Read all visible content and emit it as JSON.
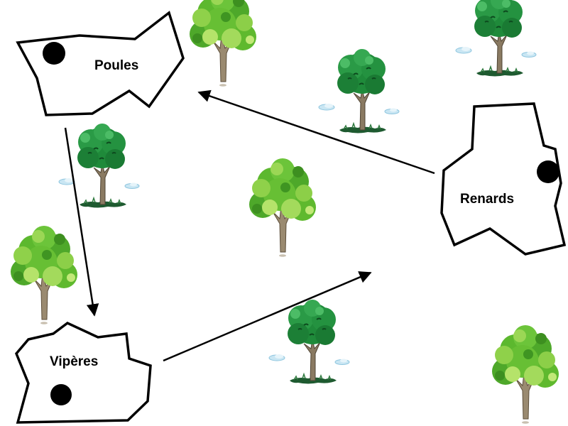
{
  "zones": {
    "poules": {
      "label": "Poules"
    },
    "renards": {
      "label": "Renards"
    },
    "viperes": {
      "label": "Vipères"
    }
  },
  "arrows": [
    {
      "from": "poules",
      "to": "viperes"
    },
    {
      "from": "viperes",
      "to": "renards"
    },
    {
      "from": "renards",
      "to": "poules"
    }
  ],
  "trees": [
    {
      "variant": "light"
    },
    {
      "variant": "dark"
    },
    {
      "variant": "dark"
    },
    {
      "variant": "dark"
    },
    {
      "variant": "light"
    },
    {
      "variant": "light"
    },
    {
      "variant": "dark"
    },
    {
      "variant": "light"
    }
  ],
  "colors": {
    "outline": "#000000",
    "tree_light": "#5cb82e",
    "tree_dark": "#1f8a3a",
    "trunk": "#8a7a62",
    "cloud": "#b5dcee"
  }
}
